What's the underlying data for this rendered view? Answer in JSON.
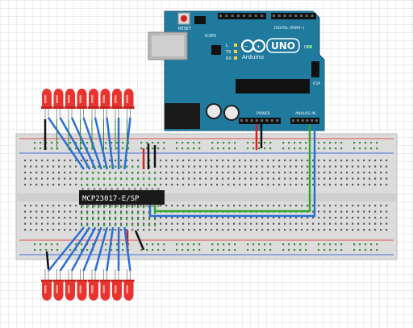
{
  "board": {
    "brand": "Arduino",
    "model": "UNO",
    "reset_label": "RESET",
    "icsp_label": "ICSP2",
    "digital_label": "DIGITAL (PWM~)",
    "tx_label": "TX",
    "rx_label": "RX",
    "l_label": "L",
    "on_label": "ON",
    "icsp_right_label": "ICSP",
    "power_label": "POWER",
    "analog_label": "ANALOG IN",
    "color": "#1f7a9e"
  },
  "chip": {
    "label": "MCP23017-E/SP"
  },
  "leds": {
    "top_count": 8,
    "bottom_count": 8,
    "color": "#e8332f"
  },
  "colors": {
    "wire_blue": "#2c6fd1",
    "wire_green": "#2ea82e",
    "wire_red": "#d42020",
    "wire_black": "#111111",
    "rail_red": "#e05050",
    "rail_blue": "#4a6fd8"
  }
}
